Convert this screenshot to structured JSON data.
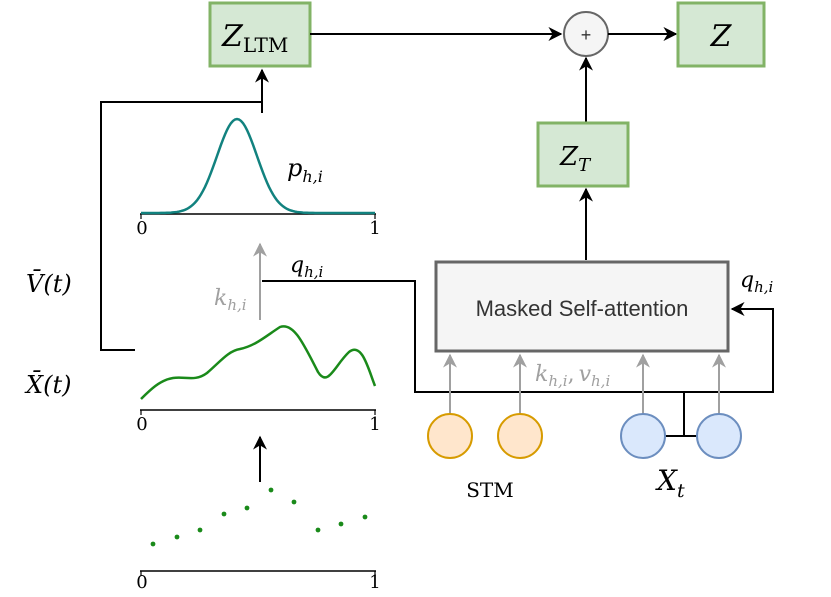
{
  "colors": {
    "box_fill": "#d5e8d4",
    "box_stroke": "#82b366",
    "attention_fill": "#f5f5f5",
    "attention_stroke": "#666666",
    "gaussian_line": "#12827f",
    "signal_line": "#1a8a1a",
    "dots": "#1a8a1a",
    "stm_fill": "#ffe6cc",
    "stm_stroke": "#d79b00",
    "x_fill": "#dae8fc",
    "x_stroke": "#6c8ebf",
    "gray_arrow": "#a0a0a0"
  },
  "boxes": {
    "z_ltm": {
      "main": "Z",
      "sub": "LTM"
    },
    "z": {
      "main": "Z"
    },
    "z_t": {
      "main": "Z",
      "sub": "T"
    },
    "attention": "Masked Self-attention"
  },
  "sum_node": "+",
  "labels": {
    "p": {
      "main": "p",
      "sub": "h,i"
    },
    "q_left": {
      "main": "q",
      "sub": "h,i"
    },
    "q_right": {
      "main": "q",
      "sub": "h,i"
    },
    "k": {
      "main": "k",
      "sub": "h,i"
    },
    "kv": {
      "k": "k",
      "k_sub": "h,i",
      "sep": ",",
      "v": "v",
      "v_sub": "h,i"
    },
    "v_bar": "V̄(t)",
    "x_bar": "X̄(t)",
    "stm": "STM",
    "x_t": {
      "main": "X",
      "sub": "t"
    }
  },
  "plots": {
    "tick_min": "0",
    "tick_max": "1"
  }
}
